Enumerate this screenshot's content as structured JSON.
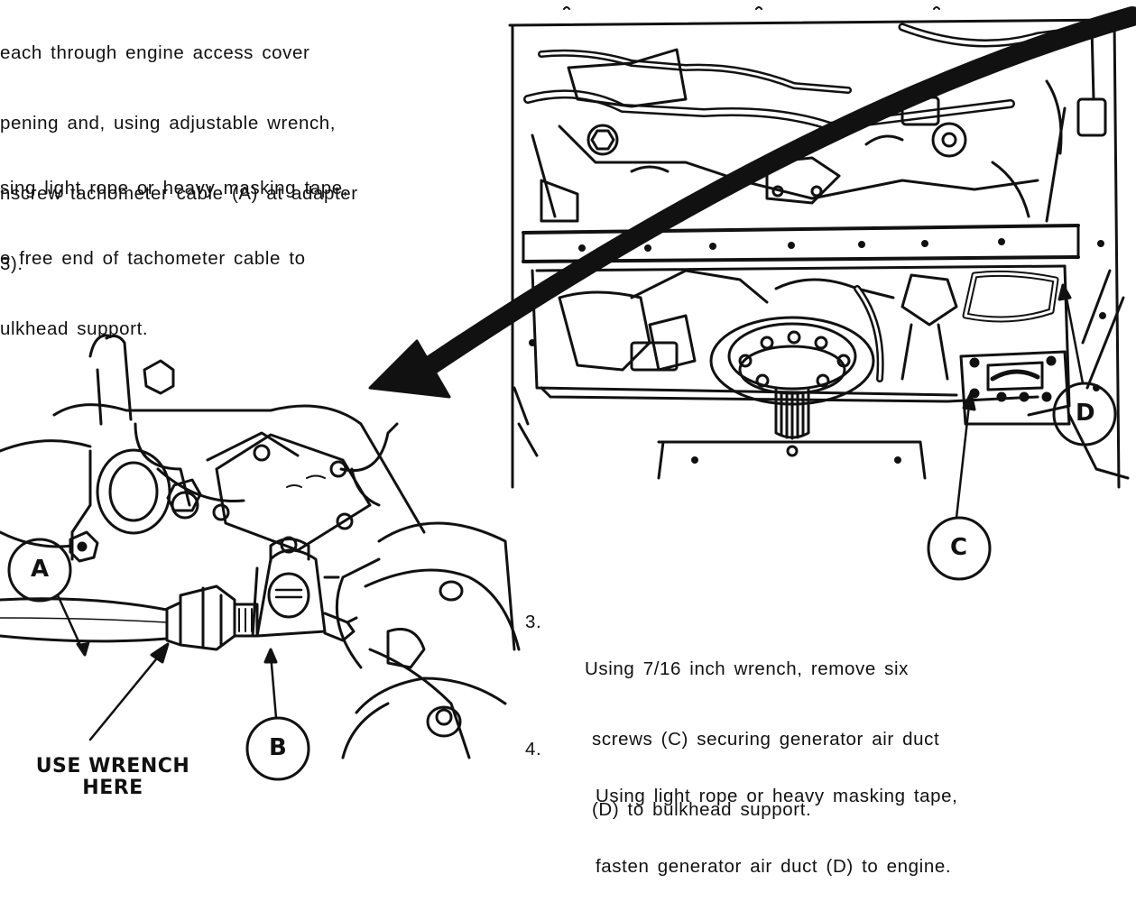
{
  "instructions": {
    "step1_lines": [
      "each through engine access cover",
      "pening and, using adjustable wrench,",
      "nscrew tachometer cable (A) at adapter",
      "3)."
    ],
    "step2_lines": [
      "sing light rope or heavy masking tape,",
      "e free end of tachometer cable to",
      "ulkhead support."
    ],
    "step3": {
      "number": "3.",
      "lines": [
        "Using 7/16 inch wrench, remove six",
        "screws (C) securing generator air duct",
        "(D) to bulkhead support."
      ]
    },
    "step4": {
      "number": "4.",
      "lines": [
        "Using light rope or heavy masking tape,",
        "fasten generator air duct (D) to engine."
      ]
    }
  },
  "callouts": {
    "a": "A",
    "b": "B",
    "c": "C",
    "d": "D"
  },
  "wrench_label": {
    "line1": "USE WRENCH",
    "line2": "HERE"
  }
}
